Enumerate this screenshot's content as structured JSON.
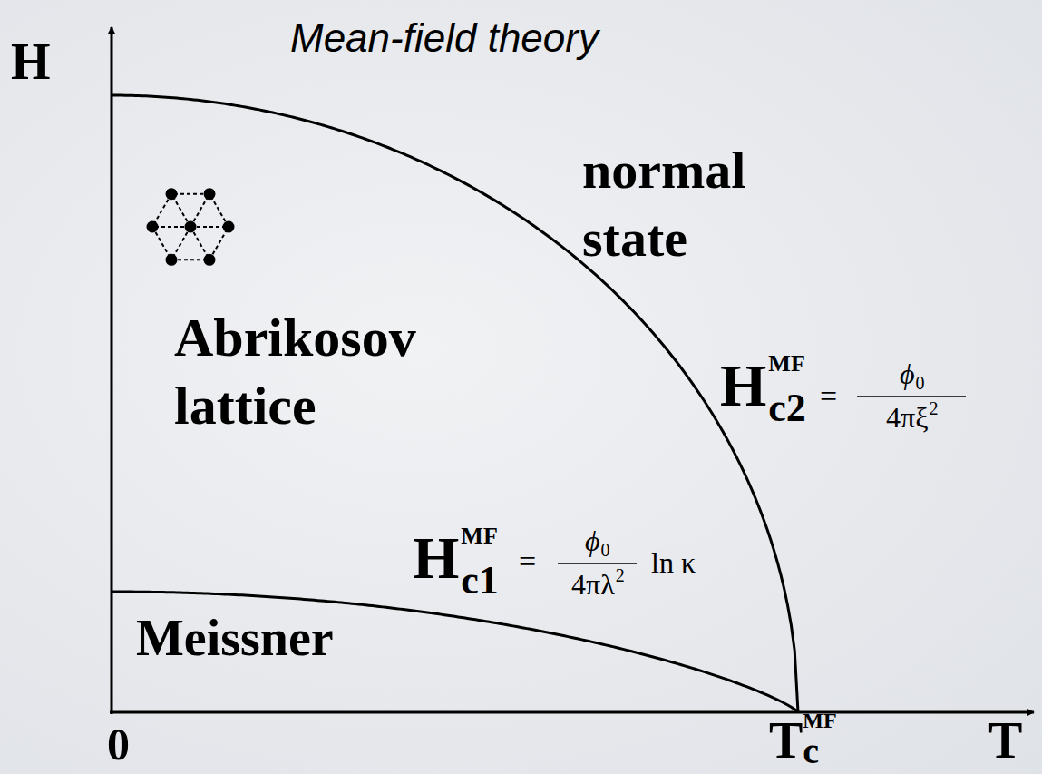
{
  "diagram": {
    "title": "Mean-field theory",
    "labels": [
      "H",
      "normal state",
      "Abrikosov lattice",
      "H",
      "MF",
      "c2",
      "=",
      "ϕ",
      "0",
      "4πξ",
      "2",
      "H",
      "MF",
      "c1",
      "=",
      "ϕ",
      "0",
      "4πλ",
      "2",
      "ln κ",
      "Meissner",
      "0",
      "T",
      "MF",
      "c",
      "T"
    ]
  }
}
